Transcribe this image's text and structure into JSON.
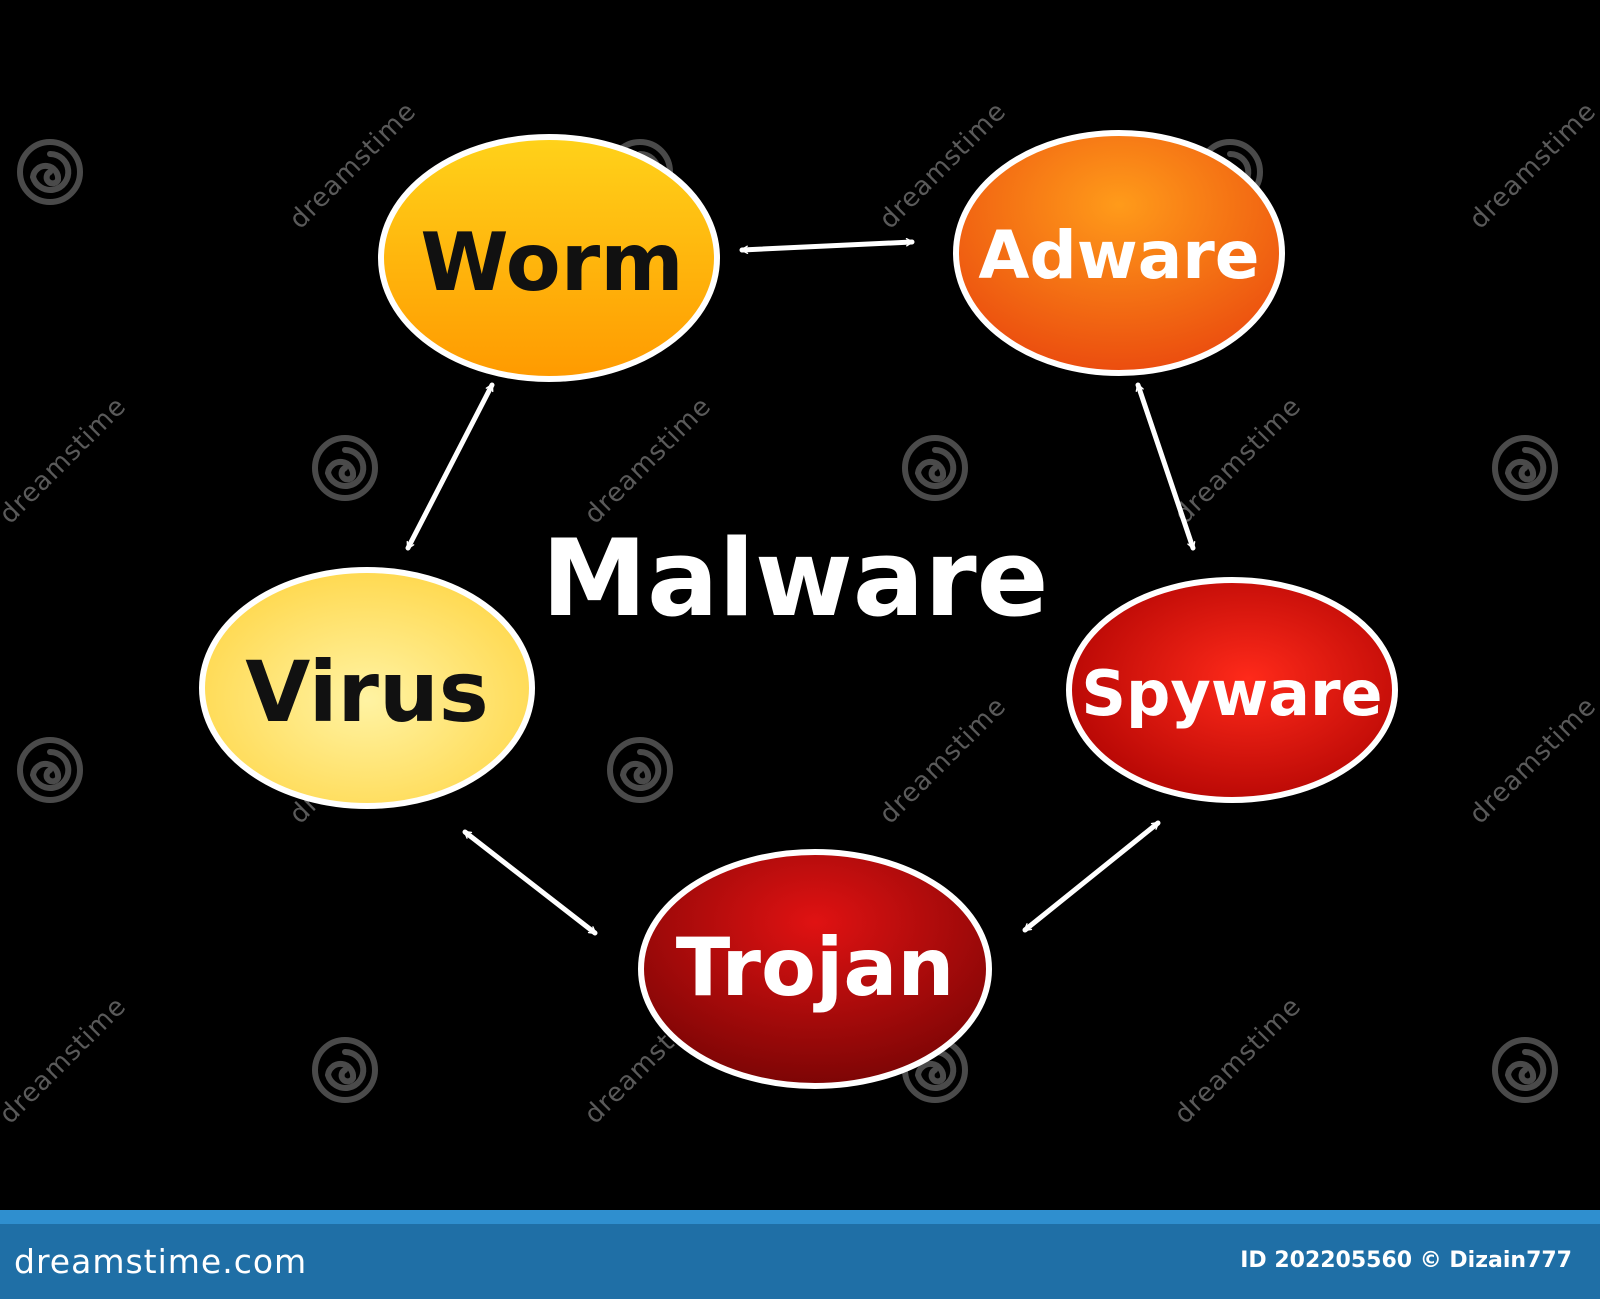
{
  "title": "Malware",
  "nodes": [
    {
      "id": "worm",
      "label": "Worm",
      "fill_top": "#ffd21a",
      "fill_bottom": "#ff9a00",
      "text_color": "#111111"
    },
    {
      "id": "adware",
      "label": "Adware",
      "fill_top": "#ff9b1a",
      "fill_bottom": "#e8410d",
      "text_color": "#ffffff"
    },
    {
      "id": "spyware",
      "label": "Spyware",
      "fill_top": "#ff2a1a",
      "fill_bottom": "#a80000",
      "text_color": "#ffffff"
    },
    {
      "id": "trojan",
      "label": "Trojan",
      "fill_top": "#e01212",
      "fill_bottom": "#6e0303",
      "text_color": "#ffffff"
    },
    {
      "id": "virus",
      "label": "Virus",
      "fill_top": "#fff3a3",
      "fill_bottom": "#ffd23a",
      "text_color": "#111111"
    }
  ],
  "edges": [
    {
      "from": "worm",
      "to": "adware",
      "bidirectional": true
    },
    {
      "from": "adware",
      "to": "spyware",
      "bidirectional": true
    },
    {
      "from": "spyware",
      "to": "trojan",
      "bidirectional": true
    },
    {
      "from": "trojan",
      "to": "virus",
      "bidirectional": true
    },
    {
      "from": "virus",
      "to": "worm",
      "bidirectional": true
    }
  ],
  "colors": {
    "background": "#000000",
    "stroke": "#ffffff",
    "footer": "#1f6fa6"
  },
  "watermark": {
    "text": "dreamstime",
    "icon": "spiral-icon"
  },
  "footer": {
    "logo": "dreamstime.com",
    "id_text": "ID 202205560 © Dizain777"
  }
}
